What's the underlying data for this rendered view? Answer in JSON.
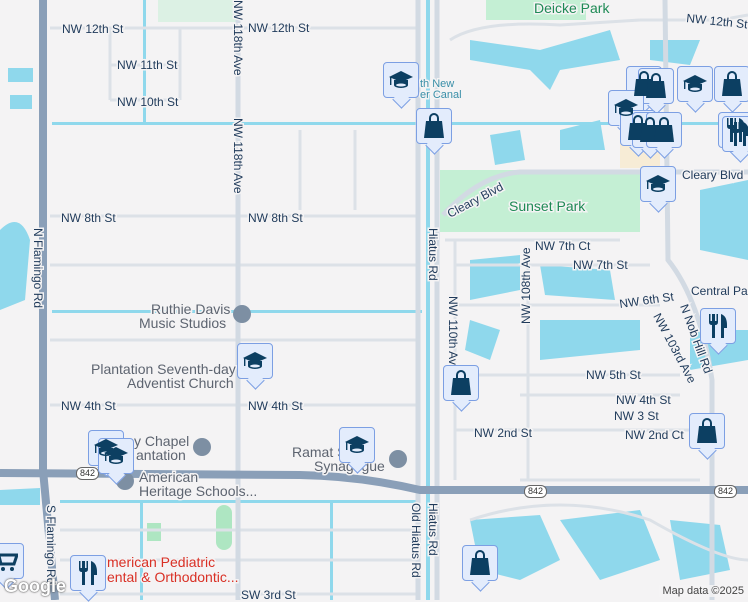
{
  "streets": {
    "nw12_w": "NW 12th St",
    "nw12_m": "NW 12th St",
    "nw12_e": "NW 12th St",
    "nw11": "NW 11th St",
    "nw10": "NW 10th St",
    "nw8_w": "NW 8th St",
    "nw8_m": "NW 8th St",
    "nw4_w": "NW 4th St",
    "nw4_m": "NW 4th St",
    "nw4_e": "NW 4th St",
    "nw118_top": "NW 118th Ave",
    "nw118": "NW 118th Ave",
    "n_flamingo": "N Flamingo Rd",
    "s_flamingo": "S Flamingo Rd",
    "hiatus_n": "Hiatus Rd",
    "hiatus_s": "Hiatus Rd",
    "old_hiatus": "Old Hiatus Rd",
    "cleary_w": "Cleary Blvd",
    "cleary_e": "Cleary Blvd",
    "nw7ct": "NW 7th Ct",
    "nw7": "NW 7th St",
    "nw6": "NW 6th St",
    "nw5": "NW 5th St",
    "nw3": "NW 3 St",
    "nw2": "NW 2nd St",
    "nw2ct": "NW 2nd Ct",
    "nw110": "NW 110th Ave",
    "nw108": "NW 108th Ave",
    "nw103": "NW 103rd Ave",
    "nob_hill": "N Nob Hill Rd",
    "central_park": "Central Pa",
    "sw3": "SW 3rd St",
    "route": "842"
  },
  "places": {
    "deicke_park": "Deicke Park",
    "sunset_park": "Sunset Park",
    "canal": [
      "th New",
      "er Canal"
    ],
    "ruthie": [
      "Ruthie Davis",
      "Music Studios"
    ],
    "adventist": [
      "Plantation Seventh-day",
      "Adventist Church"
    ],
    "chapel": [
      "y Chapel",
      "antation"
    ],
    "heritage": [
      "American",
      "Heritage Schools..."
    ],
    "ramat": [
      "Ramat S",
      "Synagogue"
    ],
    "pediatric": [
      "merican Pediatric",
      "ental & Orthodontic..."
    ]
  },
  "markers": [
    "school-icon",
    "shopping-bag-icon",
    "shopping-bag-icon",
    "shopping-bag-icon",
    "school-icon",
    "shopping-bag-icon",
    "shopping-bag-icon",
    "shopping-bag-icon",
    "school-icon",
    "shopping-bag-icon",
    "restaurant-icon",
    "restaurant-icon",
    "school-icon",
    "restaurant-icon",
    "shopping-bag-icon",
    "shopping-bag-icon",
    "school-icon",
    "school-icon",
    "school-icon",
    "school-icon",
    "shopping-bag-icon",
    "restaurant-icon",
    "shopping-cart-icon"
  ],
  "footer": {
    "logo": "Google",
    "attribution": "Map data ©2025"
  },
  "colors": {
    "water": "#8fd8ec",
    "park": "#c4efd4",
    "arterial": "#8a9fb8",
    "marker_icon": "#0c3f62"
  }
}
